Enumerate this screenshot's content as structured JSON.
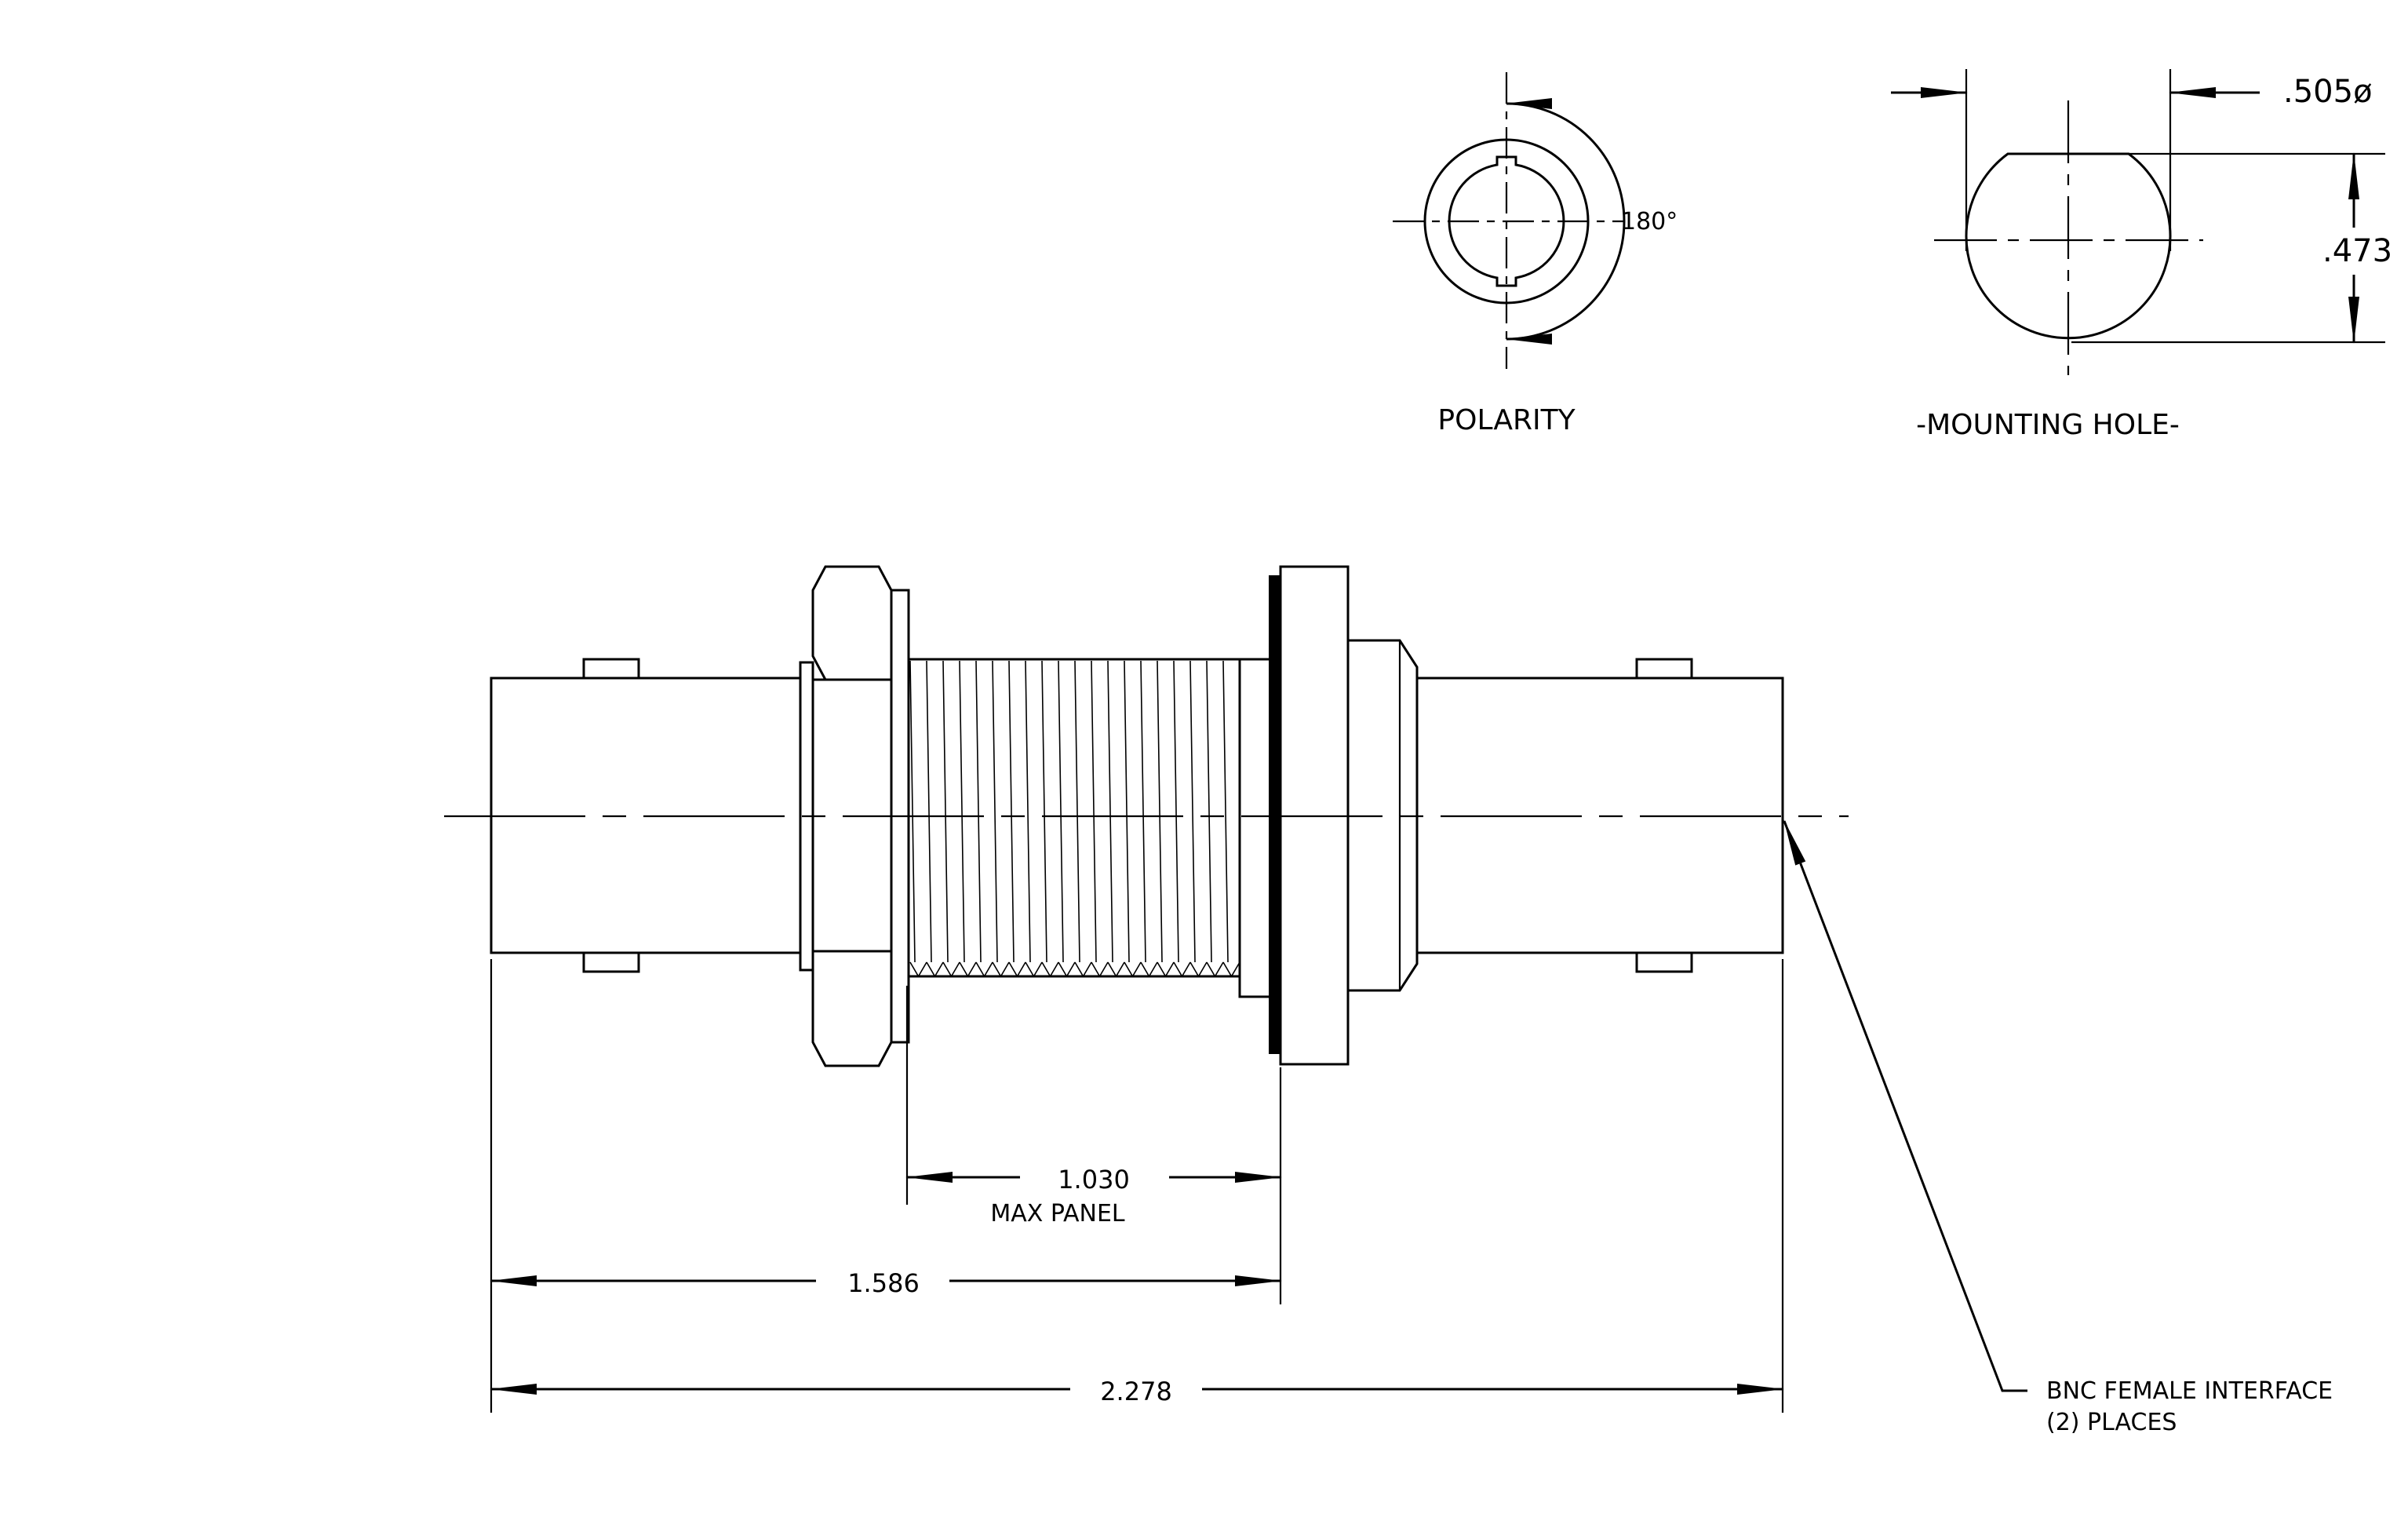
{
  "views": {
    "polarity": {
      "label": "POLARITY",
      "angle": "180°"
    },
    "mounting_hole": {
      "label": "-MOUNTING HOLE-",
      "diameter": ".505ø",
      "flat": ".473"
    }
  },
  "dimensions": {
    "panel": {
      "value": "1.030",
      "note": "MAX PANEL"
    },
    "overall_to_flange": {
      "value": "1.586"
    },
    "overall_length": {
      "value": "2.278"
    }
  },
  "callout": {
    "line1": "BNC FEMALE INTERFACE",
    "line2": "(2)  PLACES"
  }
}
